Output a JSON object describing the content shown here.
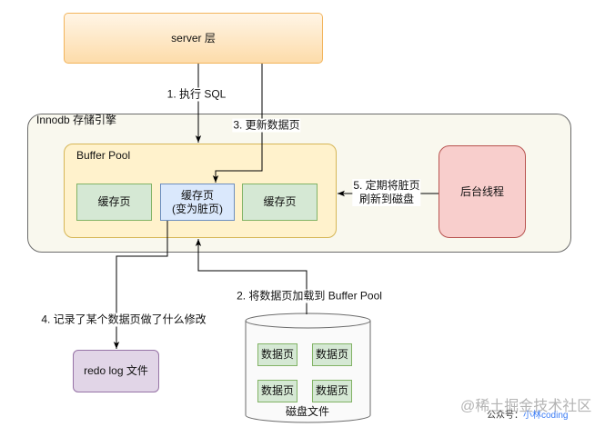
{
  "server": {
    "label": "server 层"
  },
  "innodb": {
    "label": "Innodb 存储引擎"
  },
  "buffer_pool": {
    "label": "Buffer Pool",
    "pages": [
      {
        "label": "缓存页"
      },
      {
        "label": "缓存页",
        "note": "(变为脏页)"
      },
      {
        "label": "缓存页"
      }
    ]
  },
  "background_thread": {
    "label": "后台线程"
  },
  "redo_log": {
    "label": "redo log 文件"
  },
  "disk": {
    "label": "磁盘文件",
    "pages": [
      {
        "label": "数据页"
      },
      {
        "label": "数据页"
      },
      {
        "label": "数据页"
      },
      {
        "label": "数据页"
      }
    ]
  },
  "steps": [
    {
      "label": "1. 执行 SQL"
    },
    {
      "label": "2. 将数据页加载到 Buffer Pool"
    },
    {
      "label": "3. 更新数据页"
    },
    {
      "label": "4. 记录了某个数据页做了什么修改"
    },
    {
      "lines": [
        "5. 定期将脏页",
        "刷新到磁盘"
      ]
    }
  ],
  "watermark": {
    "site": "@稀土掘金技术社区",
    "account_prefix": "公众号：",
    "account_name": "小林coding"
  },
  "colors": {
    "server_fill": "#fddcaa",
    "server_border": "#f2b45c",
    "innodb_fill": "#f9f8ee",
    "innodb_border": "#6b6b6b",
    "buffer_pool_fill": "#fff2cc",
    "buffer_pool_border": "#d6b656",
    "page_fill": "#d5e8d4",
    "page_border": "#82b366",
    "dirty_page_fill": "#dae8fc",
    "dirty_page_border": "#6c8ebf",
    "thread_fill": "#f8cecc",
    "thread_border": "#b85450",
    "redo_fill": "#e1d5e7",
    "redo_border": "#9673a6",
    "disk_fill": "#fafafa",
    "disk_border": "#6b6b6b",
    "connector": "#000000",
    "watermark_text": "#9a9a9a",
    "watermark_link": "#3b7cf5"
  }
}
